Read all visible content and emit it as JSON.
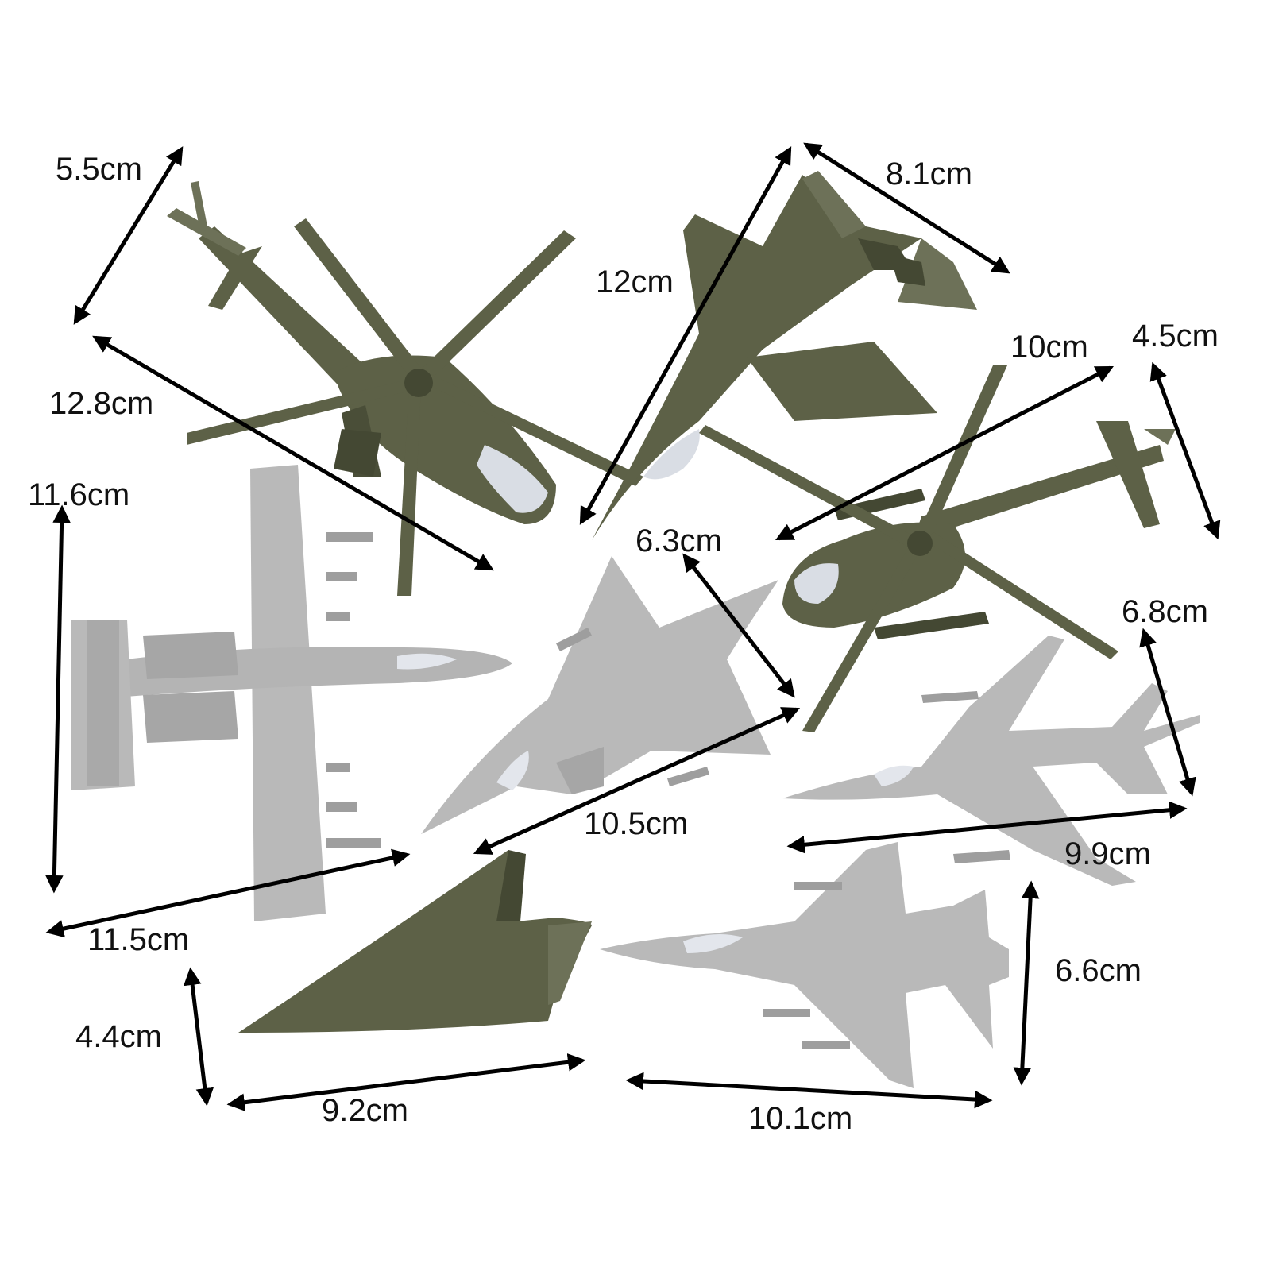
{
  "measurements": [
    {
      "id": "heli1-height",
      "text": "5.5cm"
    },
    {
      "id": "heli1-length",
      "text": "12.8cm"
    },
    {
      "id": "stealth-length",
      "text": "12cm"
    },
    {
      "id": "stealth-wingspan",
      "text": "8.1cm"
    },
    {
      "id": "heli2-length",
      "text": "10cm"
    },
    {
      "id": "heli2-height",
      "text": "4.5cm"
    },
    {
      "id": "attack-length",
      "text": "11.6cm"
    },
    {
      "id": "attack-wingspan",
      "text": "11.5cm"
    },
    {
      "id": "delta-height",
      "text": "6.3cm"
    },
    {
      "id": "delta-length",
      "text": "10.5cm"
    },
    {
      "id": "swept-height",
      "text": "6.8cm"
    },
    {
      "id": "swept-length",
      "text": "9.9cm"
    },
    {
      "id": "spaceplane-height",
      "text": "4.4cm"
    },
    {
      "id": "spaceplane-length",
      "text": "9.2cm"
    },
    {
      "id": "fighter-height",
      "text": "6.6cm"
    },
    {
      "id": "fighter-length",
      "text": "10.1cm"
    }
  ],
  "colors": {
    "olive": "#5d6147",
    "olive_dark": "#444833",
    "grey": "#b9b9b9",
    "grey_dark": "#8f8f8f",
    "canopy": "#e3e6ec",
    "arrow": "#000000"
  },
  "models": [
    {
      "id": "attack-helicopter",
      "color": "olive"
    },
    {
      "id": "stealth-fighter",
      "color": "olive"
    },
    {
      "id": "transport-helicopter",
      "color": "olive"
    },
    {
      "id": "ground-attack-jet",
      "color": "grey"
    },
    {
      "id": "delta-wing-jet",
      "color": "grey"
    },
    {
      "id": "swept-wing-jet",
      "color": "grey"
    },
    {
      "id": "space-plane",
      "color": "olive"
    },
    {
      "id": "multirole-fighter",
      "color": "grey"
    }
  ]
}
